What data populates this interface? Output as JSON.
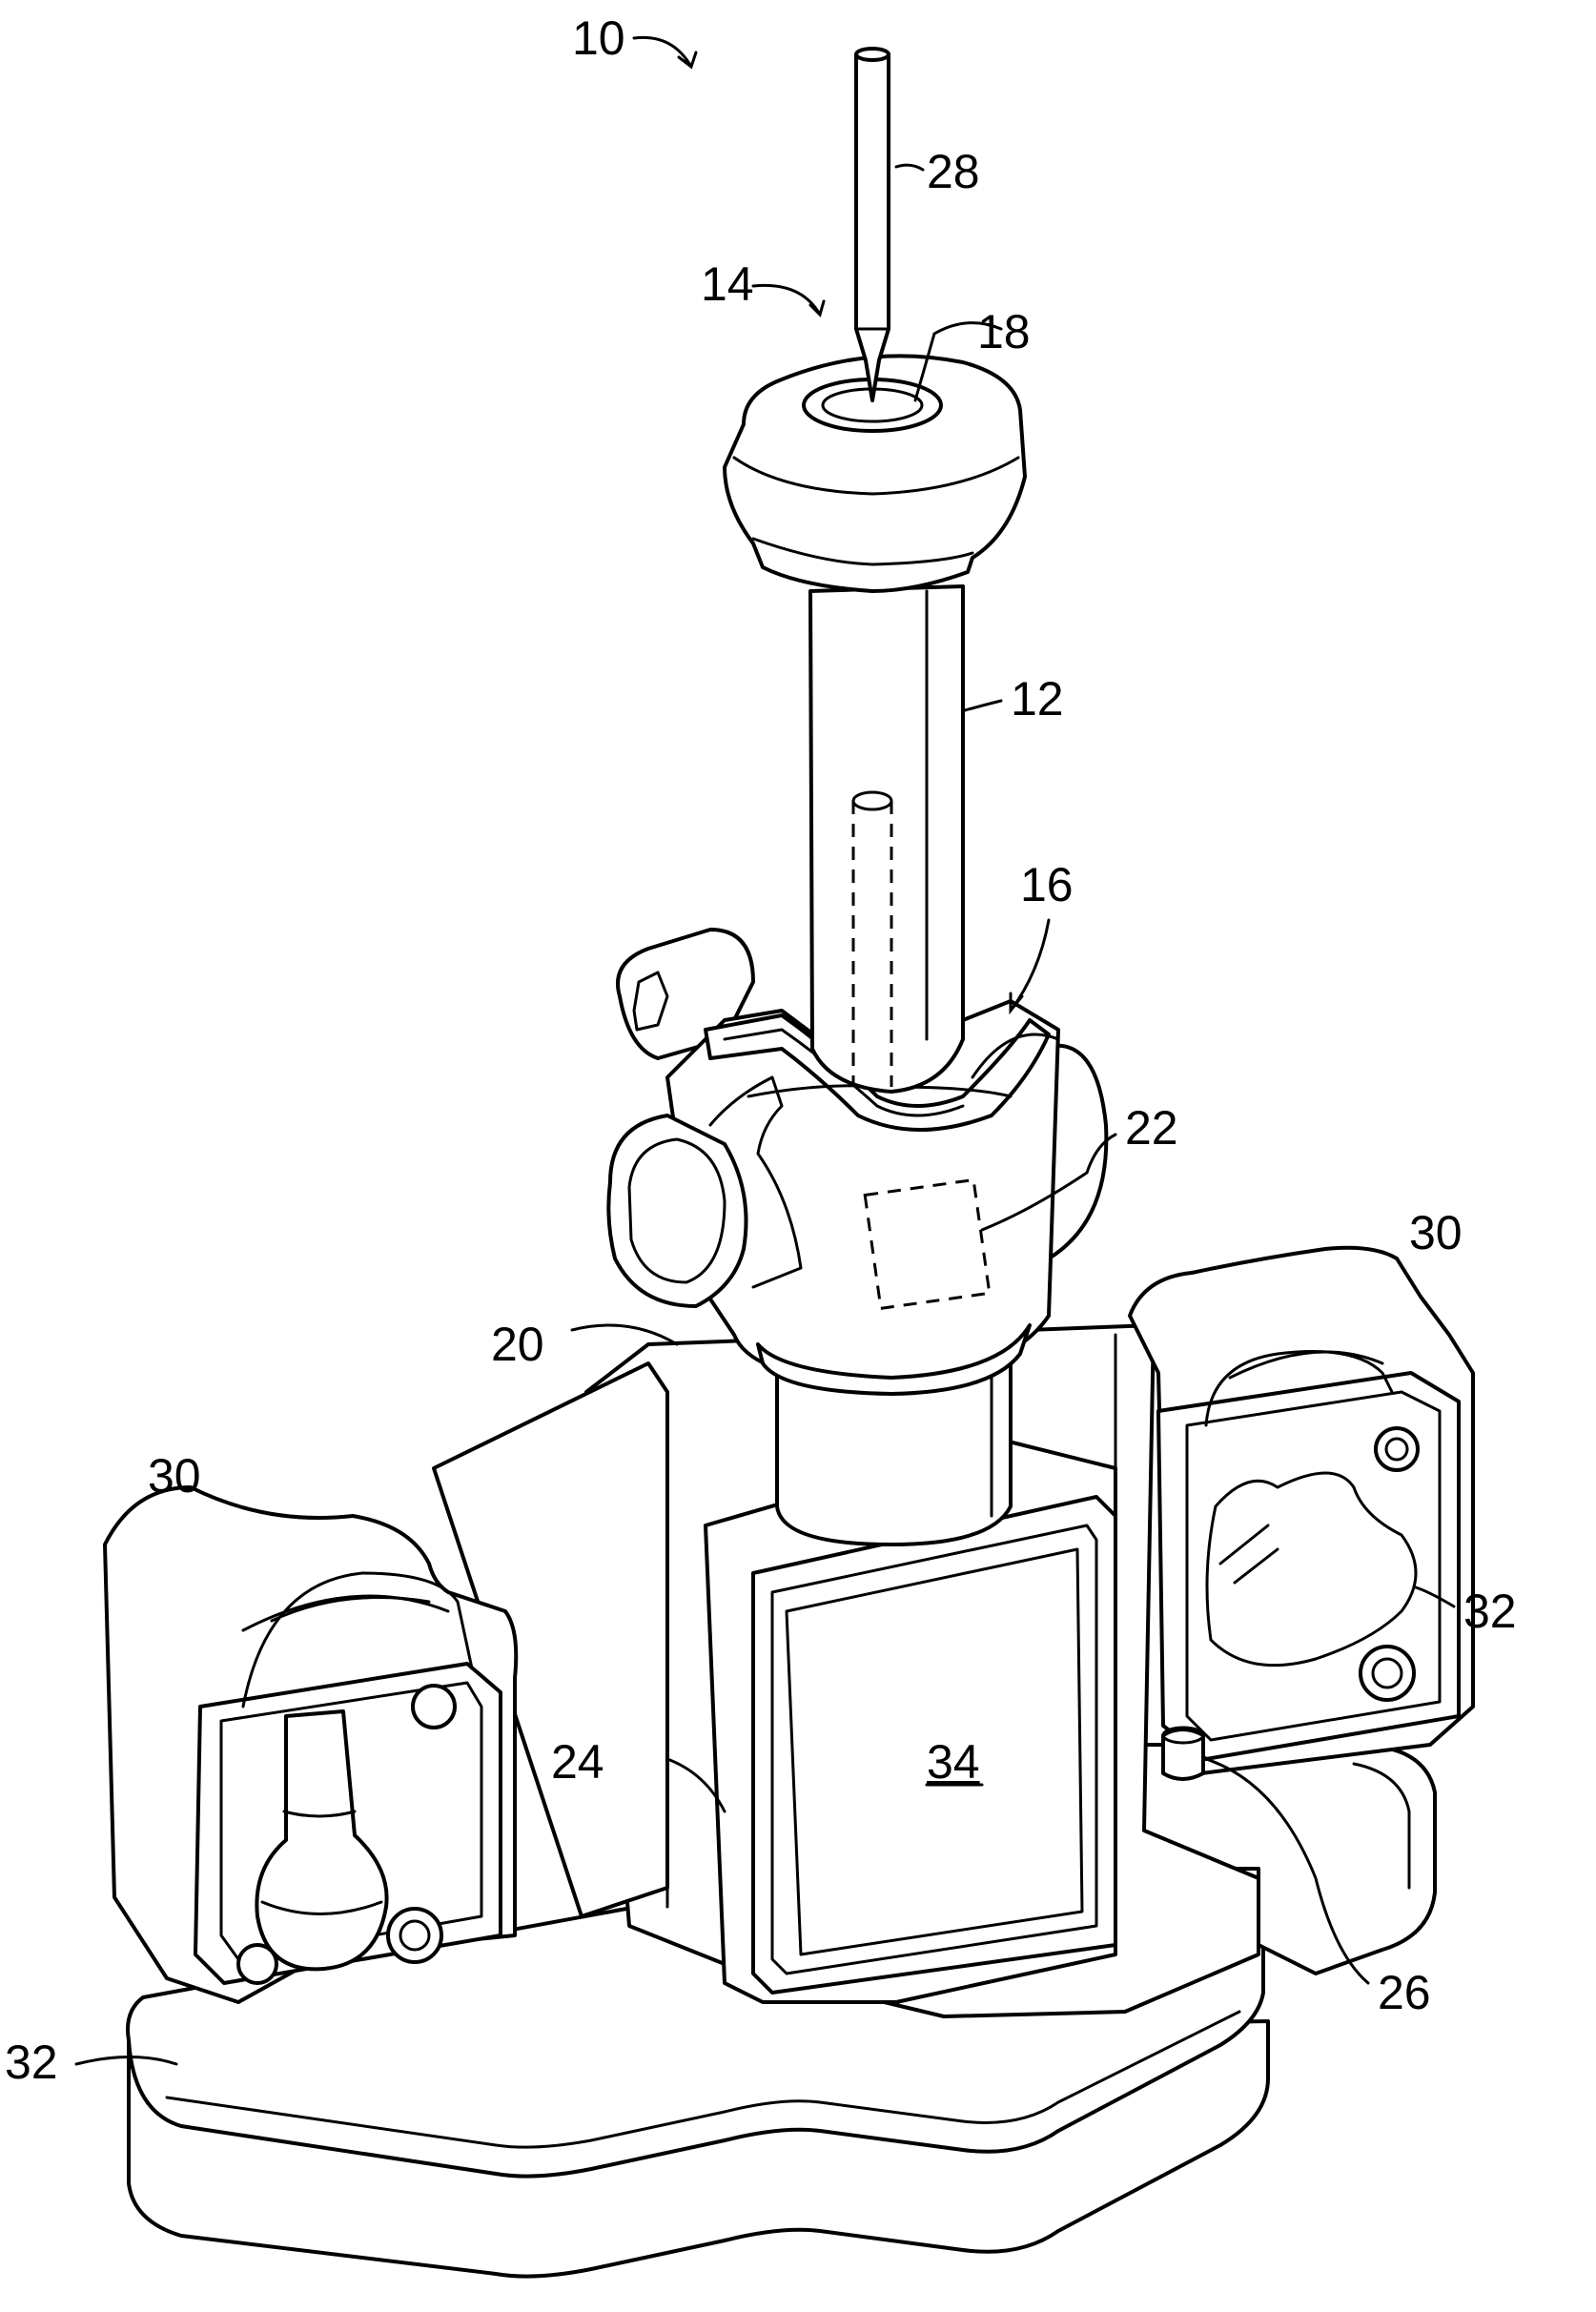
{
  "figure": {
    "line_color": "#000000",
    "background": "#ffffff",
    "references": {
      "r10": "10",
      "r28": "28",
      "r14": "14",
      "r18": "18",
      "r12": "12",
      "r16": "16",
      "r22": "22",
      "r30_right": "30",
      "r20": "20",
      "r30_left": "30",
      "r32_right": "32",
      "r24": "24",
      "r34": "34",
      "r26": "26",
      "r32_left": "32"
    }
  }
}
